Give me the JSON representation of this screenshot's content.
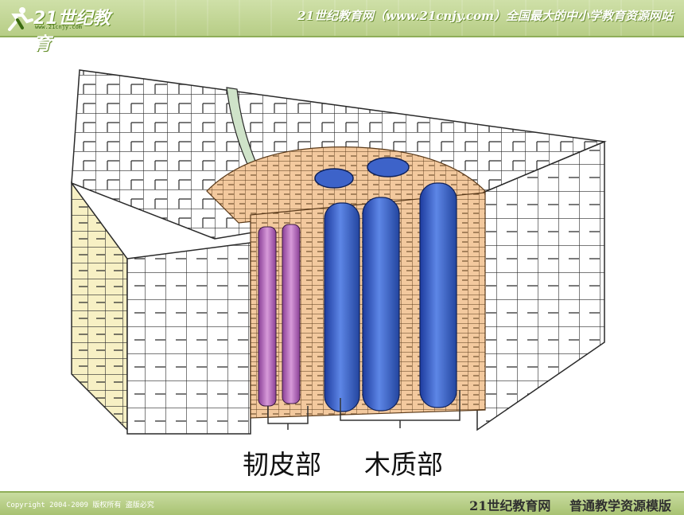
{
  "header": {
    "logo_text": "21世纪教育",
    "logo_url_text": "www.21cnjy.com",
    "slogan": "21世纪教育网（www.21cnjy.com）全国最大的中小学教育资源网站"
  },
  "diagram": {
    "labels": {
      "phloem": "韧皮部",
      "xylem": "木质部"
    },
    "colors": {
      "cell_outline": "#2a2a2a",
      "cortex_cell": "#ffffff",
      "side_cell": "#f7f0c4",
      "endodermis": "#cfe3c9",
      "parenchyma": "#f3c99e",
      "phloem_tube": "#c07ac8",
      "xylem_vessel": "#3d63c9"
    }
  },
  "footer": {
    "copyright": "Copyright 2004-2009 版权所有 盗版必究",
    "brand": "21世纪教育网 普通教学资源模版"
  }
}
